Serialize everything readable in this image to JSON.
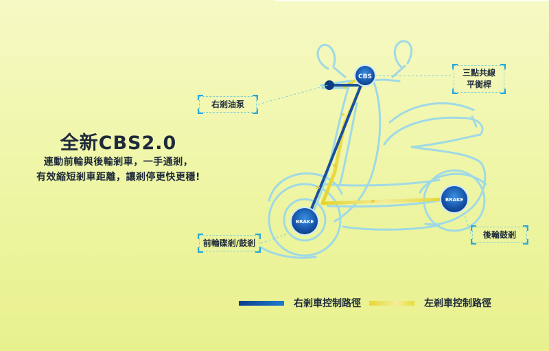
{
  "headline": {
    "title": "全新CBS2.0",
    "line1": "連動前輪與後輪剎車，一手通剎，",
    "line2": "有效縮短剎車距離，讓剎停更快更穩!"
  },
  "callouts": {
    "pump": "右剎油泵",
    "balance_bar_line1": "三點共線",
    "balance_bar_line2": "平衡桿",
    "front_brake": "前輪碟剎/鼓剎",
    "rear_brake": "後輪鼓剎"
  },
  "badges": {
    "cbs": "CBS",
    "front": "BRAKE",
    "rear": "BRAKE"
  },
  "legend": {
    "right_label": "右剎車控制路徑",
    "left_label": "左剎車控制路徑"
  },
  "colors": {
    "right_path": "#1a4f9c",
    "left_path": "#e6d93a",
    "outline": "#9fd9e6",
    "callout_corner": "#2aa9d6",
    "badge": "#1c5fb5"
  }
}
